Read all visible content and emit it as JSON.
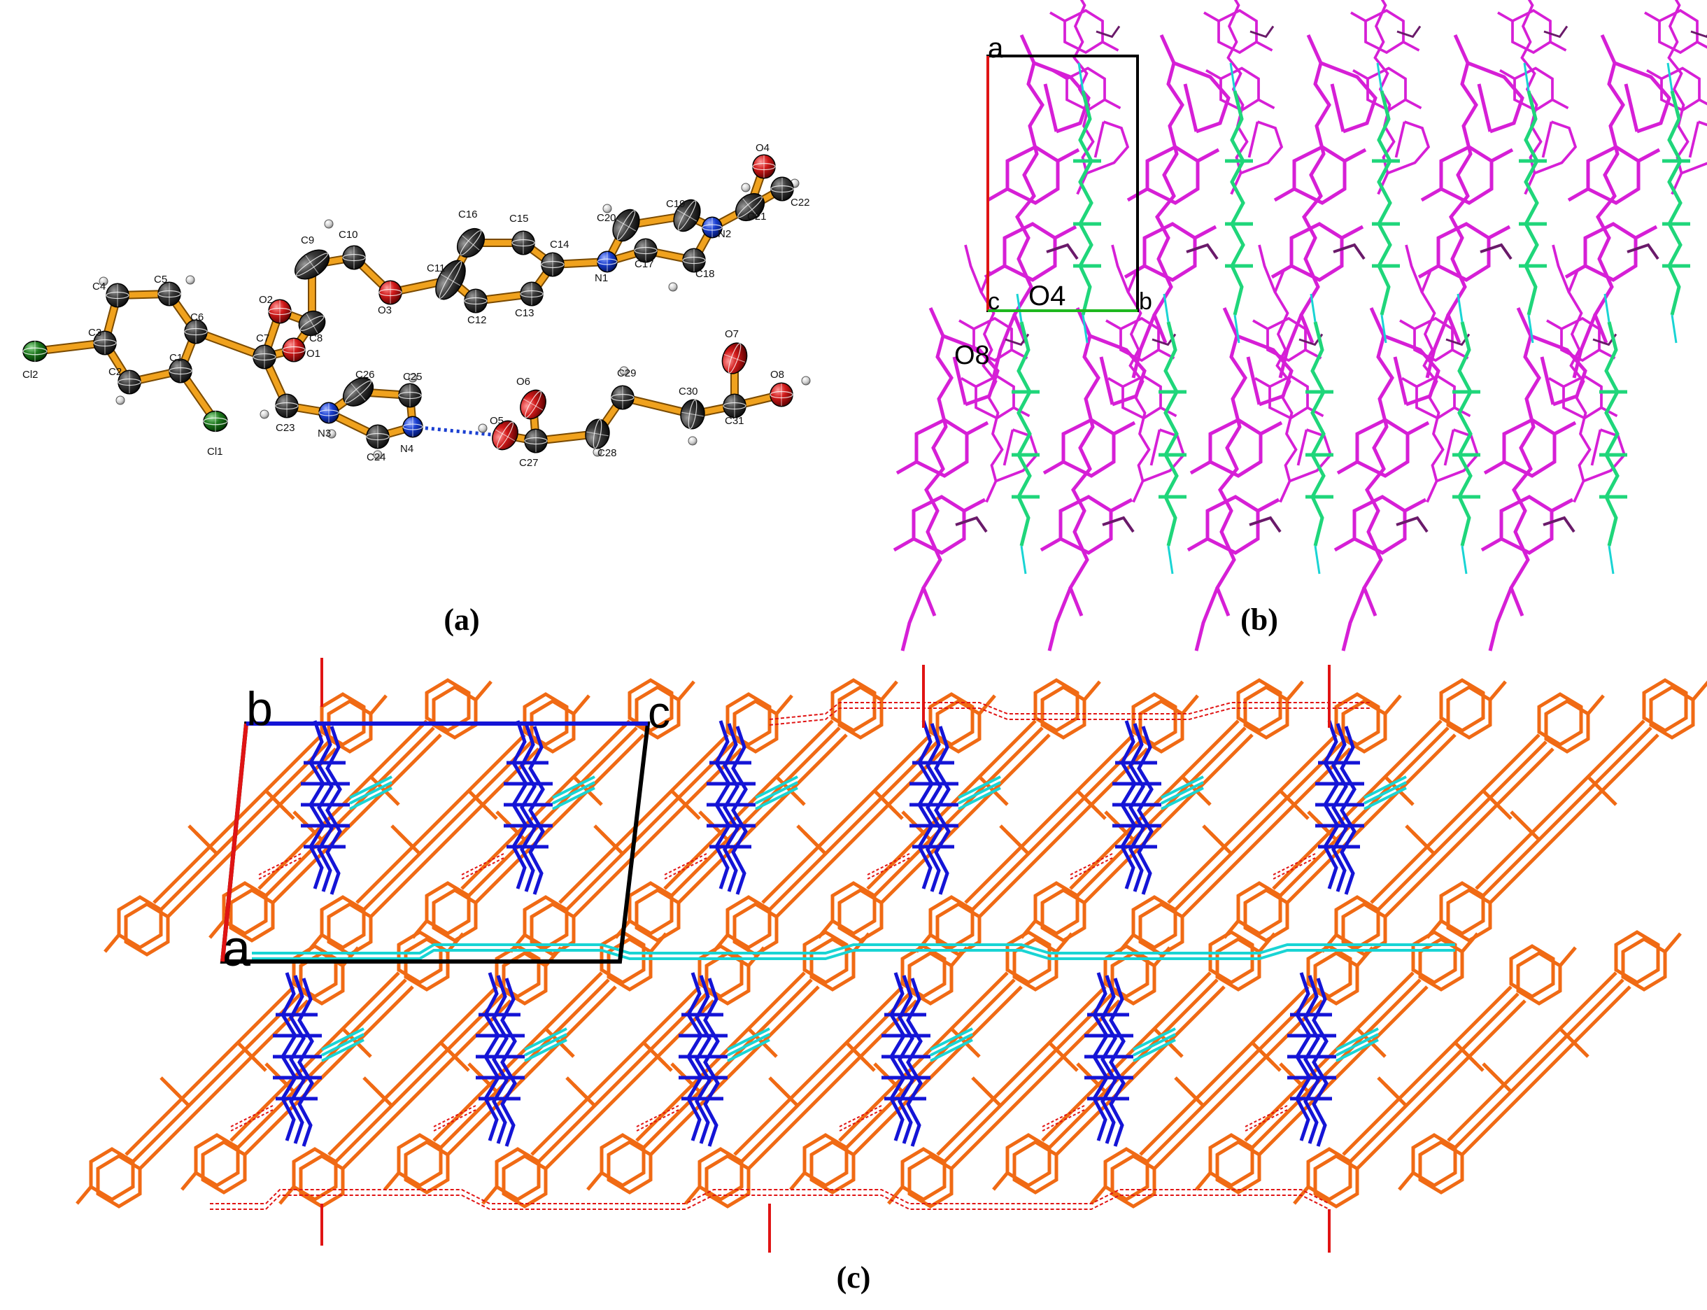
{
  "panels": [
    {
      "id": "a",
      "label": "(a)"
    },
    {
      "id": "b",
      "label": "(b)"
    },
    {
      "id": "c",
      "label": "(c)"
    }
  ],
  "colors": {
    "bond": "#f0a21e",
    "carbon": "#2b2b2b",
    "oxygen": "#d11a1a",
    "nitrogen": "#1a3fd1",
    "chlorine": "#1f7a1f",
    "hydrogen": "#cfcfcf",
    "hbond": "#1a3fd1",
    "ketoconazole_b": "#d61fd6",
    "acid_b": "#1fd67a",
    "hbond_b": "#19d4d4",
    "ketoconazole_c": "#f06a14",
    "acid_c": "#1414d6",
    "hbond_c": "#19d4d4",
    "hbond_red": "#e01414",
    "axis_a": "#e01414",
    "axis_b": "#1fb81f",
    "axis_c": "#1414d6",
    "cell": "#000000"
  },
  "panel_a": {
    "atoms": [
      {
        "id": "Cl2",
        "el": "Cl"
      },
      {
        "id": "Cl1",
        "el": "Cl"
      },
      {
        "id": "C1",
        "el": "C"
      },
      {
        "id": "C2",
        "el": "C"
      },
      {
        "id": "C3",
        "el": "C"
      },
      {
        "id": "C4",
        "el": "C"
      },
      {
        "id": "C5",
        "el": "C"
      },
      {
        "id": "C6",
        "el": "C"
      },
      {
        "id": "C7",
        "el": "C"
      },
      {
        "id": "O1",
        "el": "O"
      },
      {
        "id": "O2",
        "el": "O"
      },
      {
        "id": "C8",
        "el": "C"
      },
      {
        "id": "C9",
        "el": "C"
      },
      {
        "id": "C10",
        "el": "C"
      },
      {
        "id": "O3",
        "el": "O"
      },
      {
        "id": "C11",
        "el": "C"
      },
      {
        "id": "C12",
        "el": "C"
      },
      {
        "id": "C13",
        "el": "C"
      },
      {
        "id": "C14",
        "el": "C"
      },
      {
        "id": "C15",
        "el": "C"
      },
      {
        "id": "C16",
        "el": "C"
      },
      {
        "id": "N1",
        "el": "N"
      },
      {
        "id": "C20",
        "el": "C"
      },
      {
        "id": "C17",
        "el": "C"
      },
      {
        "id": "C18",
        "el": "C"
      },
      {
        "id": "C19",
        "el": "C"
      },
      {
        "id": "N2",
        "el": "N"
      },
      {
        "id": "C21",
        "el": "C"
      },
      {
        "id": "O4",
        "el": "O"
      },
      {
        "id": "C22",
        "el": "C"
      },
      {
        "id": "C23",
        "el": "C"
      },
      {
        "id": "N3",
        "el": "N"
      },
      {
        "id": "C26",
        "el": "C"
      },
      {
        "id": "C25",
        "el": "C"
      },
      {
        "id": "N4",
        "el": "N"
      },
      {
        "id": "C24",
        "el": "C"
      },
      {
        "id": "O5",
        "el": "O"
      },
      {
        "id": "O6",
        "el": "O"
      },
      {
        "id": "C27",
        "el": "C"
      },
      {
        "id": "C28",
        "el": "C"
      },
      {
        "id": "C29",
        "el": "C"
      },
      {
        "id": "C30",
        "el": "C"
      },
      {
        "id": "C31",
        "el": "C"
      },
      {
        "id": "O7",
        "el": "O"
      },
      {
        "id": "O8",
        "el": "O"
      }
    ],
    "bonds": [
      [
        "C3",
        "Cl2"
      ],
      [
        "C3",
        "C4"
      ],
      [
        "C4",
        "C5"
      ],
      [
        "C5",
        "C6"
      ],
      [
        "C6",
        "C1"
      ],
      [
        "C1",
        "C2"
      ],
      [
        "C2",
        "C3"
      ],
      [
        "C1",
        "Cl1"
      ],
      [
        "C6",
        "C7"
      ],
      [
        "C7",
        "O1"
      ],
      [
        "C7",
        "O2"
      ],
      [
        "O2",
        "C8"
      ],
      [
        "O1",
        "C8"
      ],
      [
        "C8",
        "C9"
      ],
      [
        "C9",
        "C10"
      ],
      [
        "C10",
        "O3"
      ],
      [
        "O3",
        "C11"
      ],
      [
        "C11",
        "C16"
      ],
      [
        "C16",
        "C15"
      ],
      [
        "C15",
        "C14"
      ],
      [
        "C14",
        "C13"
      ],
      [
        "C13",
        "C12"
      ],
      [
        "C12",
        "C11"
      ],
      [
        "C14",
        "N1"
      ],
      [
        "N1",
        "C20"
      ],
      [
        "N1",
        "C17"
      ],
      [
        "C20",
        "C19"
      ],
      [
        "C17",
        "C18"
      ],
      [
        "C19",
        "N2"
      ],
      [
        "C18",
        "N2"
      ],
      [
        "N2",
        "C21"
      ],
      [
        "C21",
        "O4"
      ],
      [
        "C21",
        "C22"
      ],
      [
        "C7",
        "C23"
      ],
      [
        "C23",
        "N3"
      ],
      [
        "N3",
        "C26"
      ],
      [
        "C26",
        "C25"
      ],
      [
        "C25",
        "N4"
      ],
      [
        "N4",
        "C24"
      ],
      [
        "C24",
        "N3"
      ],
      [
        "O5",
        "C27"
      ],
      [
        "C27",
        "O6"
      ],
      [
        "C27",
        "C28"
      ],
      [
        "C28",
        "C29"
      ],
      [
        "C29",
        "C30"
      ],
      [
        "C30",
        "C31"
      ],
      [
        "C31",
        "O7"
      ],
      [
        "C31",
        "O8"
      ]
    ],
    "hbonds": [
      [
        "N4",
        "O5"
      ]
    ]
  },
  "panel_b": {
    "cell_labels": {
      "origin": "c",
      "a": "a",
      "b": "b"
    },
    "atom_labels": [
      {
        "text": "O4"
      },
      {
        "text": "O8"
      }
    ]
  },
  "panel_c": {
    "cell_labels": {
      "origin": "a",
      "b": "b",
      "c": "c"
    }
  }
}
